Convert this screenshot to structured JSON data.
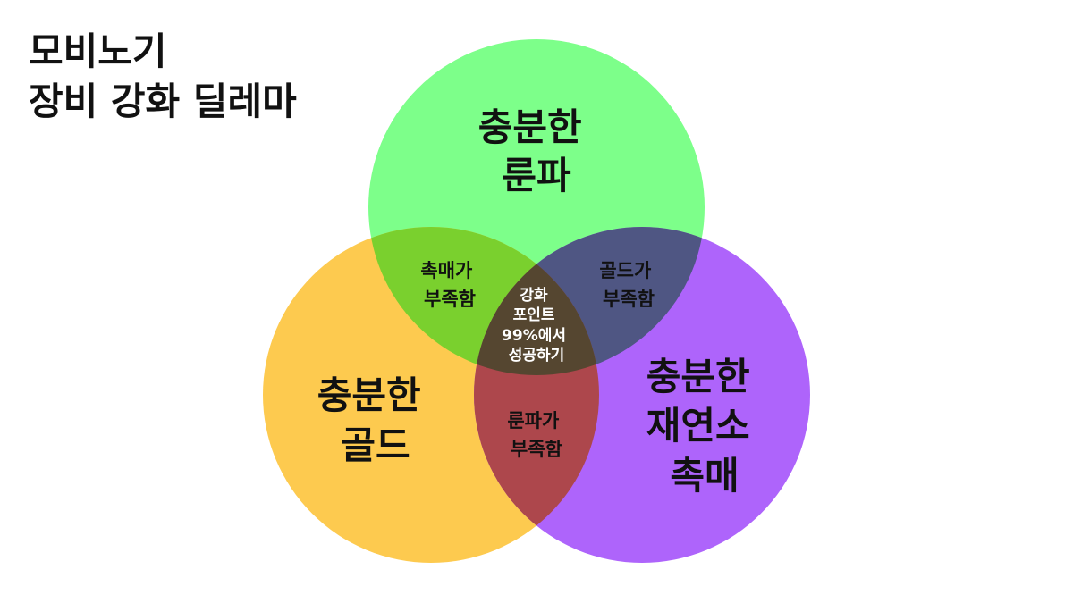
{
  "title": {
    "line1": "모비노기",
    "line2": "장비 강화 딜레마"
  },
  "colors": {
    "runepa": "#7dff8a",
    "gold": "#fdca4f",
    "reagent": "#ae64fb",
    "runepa_gold": "#7ad02e",
    "runepa_reagent": "#4f5683",
    "gold_reagent": "#ad474c",
    "all_three": "#554630"
  },
  "circles": {
    "runepa": {
      "line1": "충분한",
      "line2": "룬파"
    },
    "gold": {
      "line1": "충분한",
      "line2": "골드"
    },
    "reagent": {
      "line1": "충분한",
      "line2": "재연소",
      "line3": "촉매"
    }
  },
  "overlaps": {
    "runepa_gold": {
      "line1": "촉매가",
      "line2": "부족함"
    },
    "runepa_reagent": {
      "line1": "골드가",
      "line2": "부족함"
    },
    "gold_reagent": {
      "line1": "룬파가",
      "line2": "부족함"
    },
    "all_three": {
      "line1": "강화",
      "line2": "포인트",
      "line3": "99%에서",
      "line4": "성공하기"
    }
  }
}
